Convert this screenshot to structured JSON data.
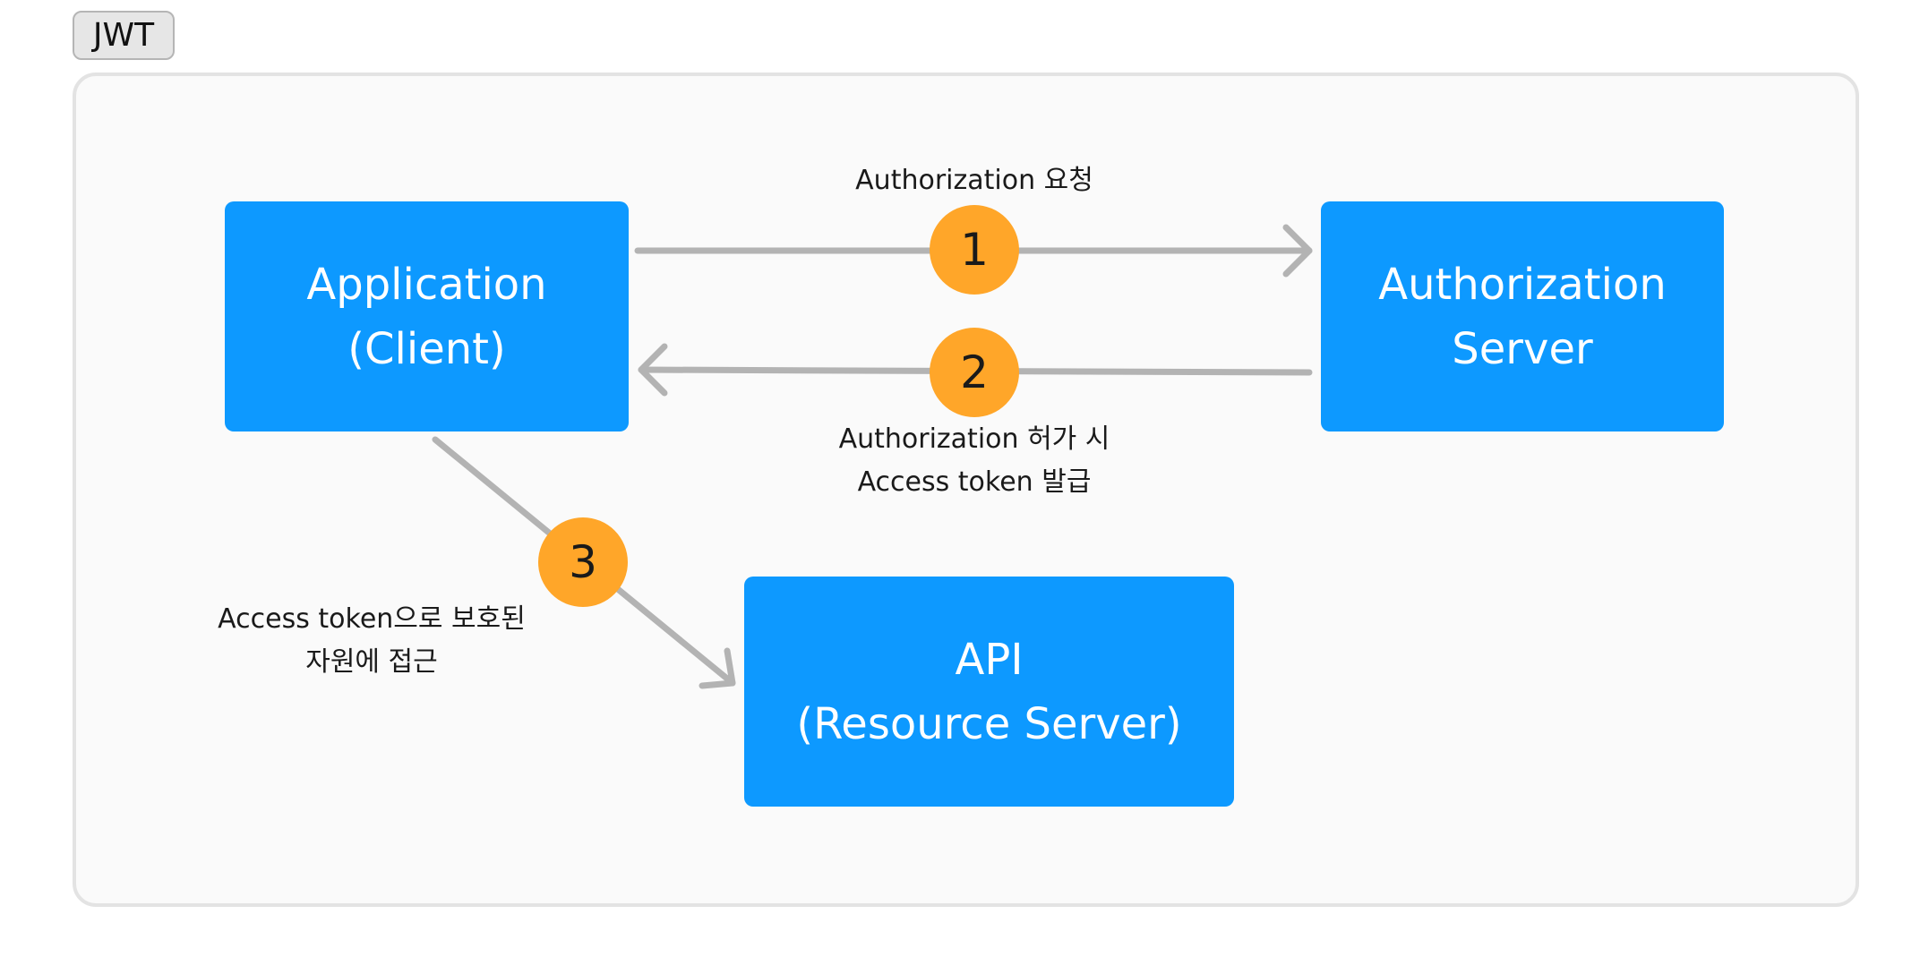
{
  "tag": {
    "label": "JWT"
  },
  "nodes": {
    "app": {
      "line1": "Application",
      "line2": "(Client)"
    },
    "auth": {
      "line1": "Authorization",
      "line2": "Server"
    },
    "api": {
      "line1": "API",
      "line2": "(Resource Server)"
    }
  },
  "steps": [
    {
      "number": "1",
      "label_lines": [
        "Authorization 요청"
      ]
    },
    {
      "number": "2",
      "label_lines": [
        "Authorization 허가 시",
        "Access token 발급"
      ]
    },
    {
      "number": "3",
      "label_lines": [
        "Access token으로 보호된",
        "자원에 접근"
      ]
    }
  ],
  "colors": {
    "node_fill": "#0d99ff",
    "badge_fill": "#ffa629",
    "connector": "#b3b3b3",
    "frame_border": "#e3e3e3",
    "frame_fill": "#fafafa"
  }
}
